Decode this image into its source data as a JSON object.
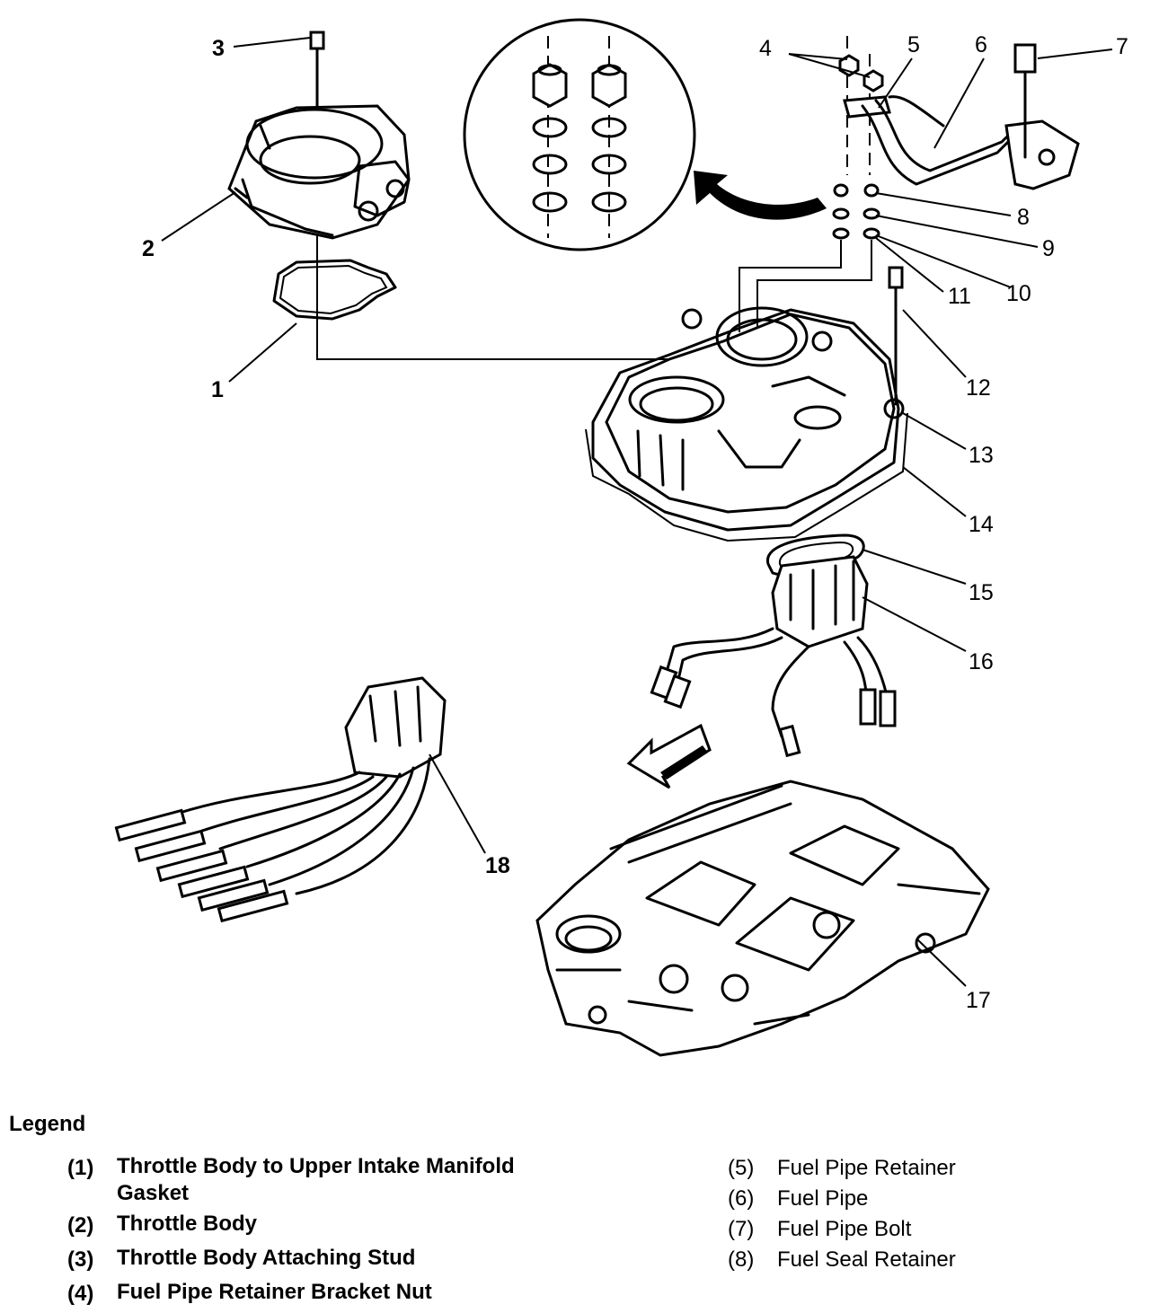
{
  "callouts": [
    "1",
    "2",
    "3",
    "4",
    "5",
    "6",
    "7",
    "8",
    "9",
    "10",
    "11",
    "12",
    "13",
    "14",
    "15",
    "16",
    "17",
    "18"
  ],
  "legend": {
    "title": "Legend",
    "items": [
      {
        "num": "(1)",
        "text": "Throttle Body to Upper Intake Manifold Gasket"
      },
      {
        "num": "(2)",
        "text": "Throttle Body"
      },
      {
        "num": "(3)",
        "text": "Throttle Body Attaching Stud"
      },
      {
        "num": "(4)",
        "text": "Fuel Pipe Retainer Bracket Nut"
      },
      {
        "num": "(5)",
        "text": "Fuel Pipe Retainer"
      },
      {
        "num": "(6)",
        "text": "Fuel Pipe"
      },
      {
        "num": "(7)",
        "text": "Fuel Pipe Bolt"
      },
      {
        "num": "(8)",
        "text": "Fuel Seal Retainer"
      }
    ]
  }
}
